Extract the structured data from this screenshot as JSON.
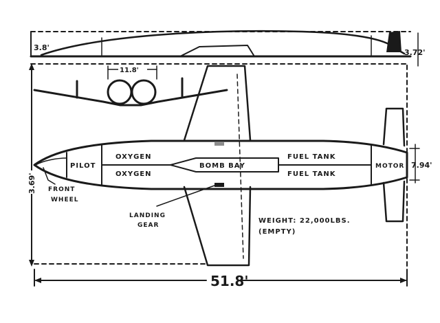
{
  "labels": {
    "pilot": "PILOT",
    "oxygen_top": "OXYGEN",
    "oxygen_bottom": "OXYGEN",
    "bomb_bay": "BOMB BAY",
    "fuel_tank_top": "FUEL TANK",
    "fuel_tank_bottom": "FUEL TANK",
    "motor": "MOTOR",
    "front_wheel_1": "FRONT",
    "front_wheel_2": "WHEEL",
    "landing_gear_1": "LANDING",
    "landing_gear_2": "GEAR",
    "weight_1": "WEIGHT: 22,000LBS.",
    "weight_2": "(EMPTY)"
  },
  "dimensions": {
    "nose_height": "3.8'",
    "tail_height": "3.72'",
    "engine_width": "11.8'",
    "fuselage_width": "7.94'",
    "span": "3.69'",
    "length": "51.8'"
  }
}
